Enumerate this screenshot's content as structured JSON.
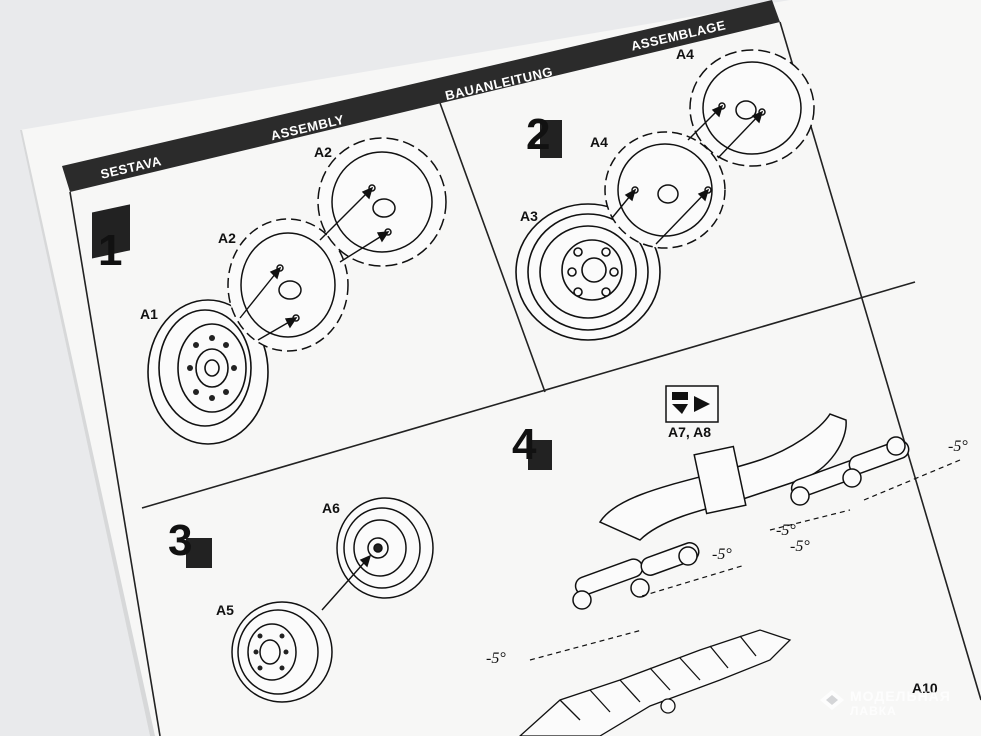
{
  "header": {
    "labels": [
      "SESTAVA",
      "ASSEMBLY",
      "BAUANLEITUNG",
      "ASSEMBLAGE"
    ]
  },
  "steps": {
    "step1": {
      "number": "1",
      "parts": {
        "a1": "A1",
        "a2_left": "A2",
        "a2_right": "A2"
      }
    },
    "step2": {
      "number": "2",
      "parts": {
        "a3": "A3",
        "a4_left": "A4",
        "a4_right": "A4"
      }
    },
    "step3": {
      "number": "3",
      "parts": {
        "a5": "A5",
        "a6": "A6"
      }
    },
    "step4": {
      "number": "4",
      "parts_note": "A7, A8",
      "part_a10": "A10",
      "angles": [
        "-5°",
        "-5°",
        "-5°",
        "-5°",
        "-5°"
      ]
    }
  },
  "watermark": {
    "line1": "МОДЕЛЬНАЯ",
    "line2": "ЛАВКА"
  },
  "icons": [
    "cement-glue-icon",
    "sprocket-wheel-icon",
    "road-wheel-icon",
    "suspension-arm-icon",
    "track-link-icon"
  ]
}
